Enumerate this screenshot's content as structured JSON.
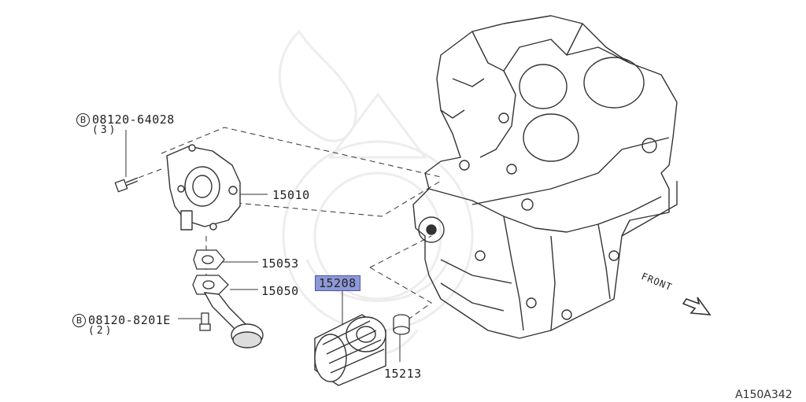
{
  "diagram": {
    "code": "A150A342",
    "front_label": "FRONT",
    "bolt_symbol": "B",
    "parts": [
      {
        "id": "upper-bolt",
        "number": "08120-64028",
        "qty": "(3)"
      },
      {
        "id": "oil-pump",
        "number": "15010"
      },
      {
        "id": "gasket-upper",
        "number": "15053"
      },
      {
        "id": "gasket-lower",
        "number": "15050"
      },
      {
        "id": "lower-bolt",
        "number": "08120-8201E",
        "qty": "(2)"
      },
      {
        "id": "oil-filter",
        "number": "15208",
        "highlighted": true
      },
      {
        "id": "connector-stud",
        "number": "15213"
      }
    ],
    "highlight_color": "#8e98d8"
  }
}
